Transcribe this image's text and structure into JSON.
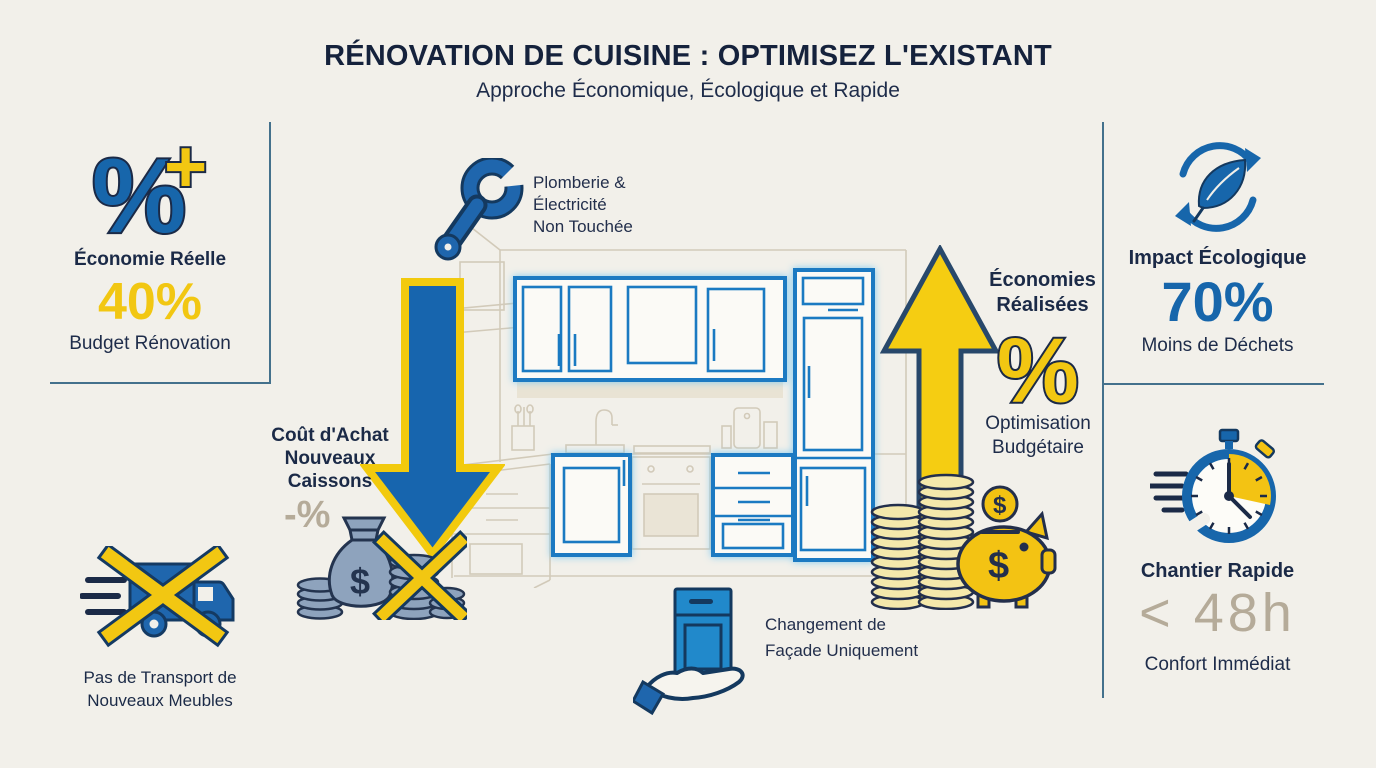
{
  "header": {
    "title": "RÉNOVATION DE CUISINE : OPTIMISEZ L'EXISTANT",
    "subtitle": "Approche Économique, Écologique et Rapide"
  },
  "economy": {
    "heading": "Économie Réelle",
    "value": "40%",
    "caption": "Budget Rénovation"
  },
  "transport": {
    "lines": [
      "Pas de Transport de",
      "Nouveaux Meubles"
    ]
  },
  "plumbing": {
    "lines": [
      "Plomberie &",
      "Électricité",
      "Non Touchée"
    ]
  },
  "cost": {
    "lines": [
      "Coût d'Achat",
      "Nouveaux",
      "Caissons"
    ],
    "minus": "-%"
  },
  "facade": {
    "lines": [
      "Changement de",
      "Façade Uniquement"
    ]
  },
  "savings": {
    "lines": [
      "Économies",
      "Réalisées"
    ],
    "symbol": "%",
    "caption_lines": [
      "Optimisation",
      "Budgétaire"
    ]
  },
  "ecology": {
    "heading": "Impact Écologique",
    "value": "70%",
    "caption": "Moins de Déchets"
  },
  "speed": {
    "heading": "Chantier Rapide",
    "value": "< 48h",
    "caption": "Confort Immédiat"
  },
  "glyphs": {
    "percent": "%",
    "plus": "+",
    "dollar": "$"
  },
  "icons": {
    "percent_plus": "percent-plus-icon",
    "truck_crossed": "truck-crossed-icon",
    "wrench": "wrench-icon",
    "down_arrow": "down-arrow-icon",
    "money_bag_crossed": "money-bag-crossed-icon",
    "hand_cabinet": "hand-cabinet-icon",
    "up_arrow": "up-arrow-icon",
    "piggy_bank": "piggy-bank-coins-icon",
    "eco_leaf": "eco-leaf-cycle-icon",
    "stopwatch": "stopwatch-icon"
  },
  "colors": {
    "background": "#f2f0ea",
    "navy": "#1b2a47",
    "blue": "#1766ab",
    "yellow": "#f2c712",
    "tan": "#b5ab99",
    "divider": "#44718c",
    "highlight_blue": "#1a7ac2"
  }
}
